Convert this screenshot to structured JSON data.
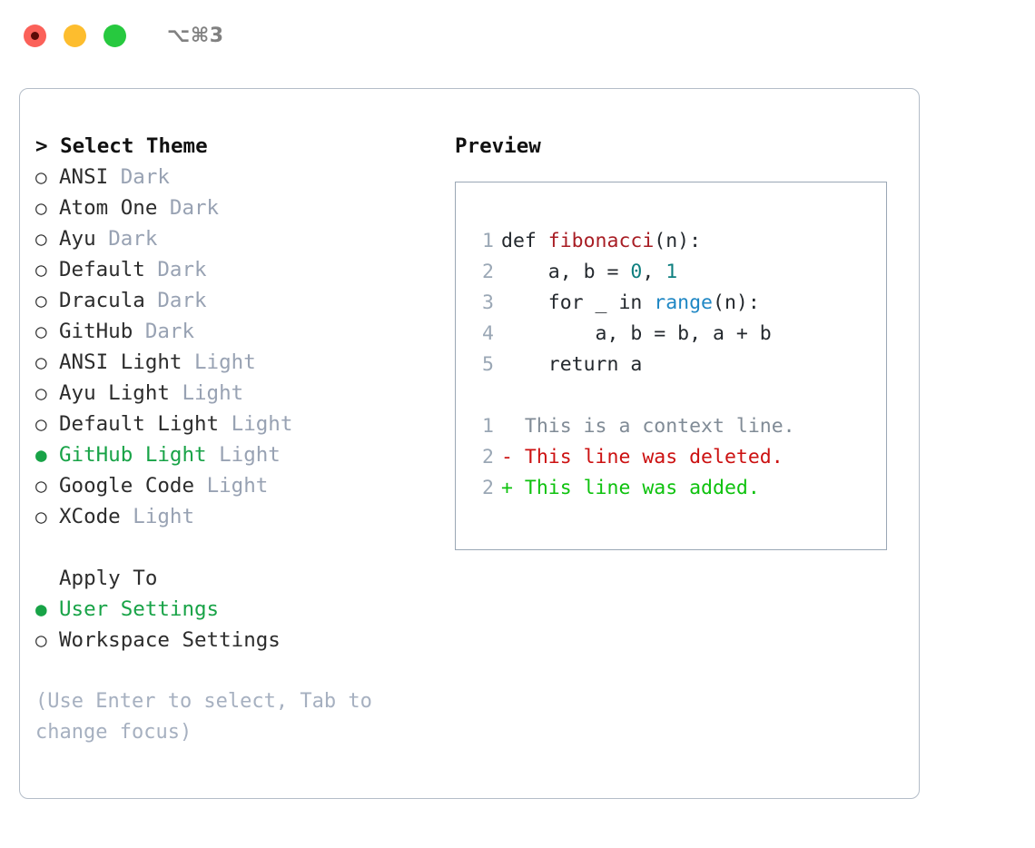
{
  "titlebar": {
    "shortcut": "⌥⌘3",
    "lights": [
      {
        "name": "close",
        "color": "#fb6159"
      },
      {
        "name": "minimize",
        "color": "#fdbd2e"
      },
      {
        "name": "maximize",
        "color": "#27c93f"
      }
    ]
  },
  "theme_picker": {
    "header": "> Select Theme",
    "items": [
      {
        "bullet": "○",
        "name": "ANSI",
        "category": "Dark",
        "selected": false
      },
      {
        "bullet": "○",
        "name": "Atom One",
        "category": "Dark",
        "selected": false
      },
      {
        "bullet": "○",
        "name": "Ayu",
        "category": "Dark",
        "selected": false
      },
      {
        "bullet": "○",
        "name": "Default",
        "category": "Dark",
        "selected": false
      },
      {
        "bullet": "○",
        "name": "Dracula",
        "category": "Dark",
        "selected": false
      },
      {
        "bullet": "○",
        "name": "GitHub",
        "category": "Dark",
        "selected": false
      },
      {
        "bullet": "○",
        "name": "ANSI Light",
        "category": "Light",
        "selected": false
      },
      {
        "bullet": "○",
        "name": "Ayu Light",
        "category": "Light",
        "selected": false
      },
      {
        "bullet": "○",
        "name": "Default Light",
        "category": "Light",
        "selected": false
      },
      {
        "bullet": "●",
        "name": "GitHub Light",
        "category": "Light",
        "selected": true
      },
      {
        "bullet": "○",
        "name": "Google Code",
        "category": "Light",
        "selected": false
      },
      {
        "bullet": "○",
        "name": "XCode",
        "category": "Light",
        "selected": false
      }
    ]
  },
  "apply_to": {
    "header": "Apply To",
    "items": [
      {
        "bullet": "●",
        "name": "User Settings",
        "selected": true
      },
      {
        "bullet": "○",
        "name": "Workspace Settings",
        "selected": false
      }
    ]
  },
  "hint": "(Use Enter to select, Tab to change focus)",
  "preview": {
    "title": "Preview",
    "code_lines": [
      {
        "num": "1",
        "tokens": [
          {
            "text": "def ",
            "type": "plain"
          },
          {
            "text": "fibonacci",
            "type": "func"
          },
          {
            "text": "(n):",
            "type": "plain"
          }
        ]
      },
      {
        "num": "2",
        "tokens": [
          {
            "text": "    a, b = ",
            "type": "plain"
          },
          {
            "text": "0",
            "type": "num"
          },
          {
            "text": ", ",
            "type": "plain"
          },
          {
            "text": "1",
            "type": "num"
          }
        ]
      },
      {
        "num": "3",
        "tokens": [
          {
            "text": "    for _ in ",
            "type": "plain"
          },
          {
            "text": "range",
            "type": "call"
          },
          {
            "text": "(n):",
            "type": "plain"
          }
        ]
      },
      {
        "num": "4",
        "tokens": [
          {
            "text": "        a, b = b, a + b",
            "type": "plain"
          }
        ]
      },
      {
        "num": "5",
        "tokens": [
          {
            "text": "    return a",
            "type": "plain"
          }
        ]
      }
    ],
    "diff_lines": [
      {
        "num": "1",
        "marker": "  ",
        "text": "This is a context line.",
        "kind": "context"
      },
      {
        "num": "2",
        "marker": "- ",
        "text": "This line was deleted.",
        "kind": "deleted"
      },
      {
        "num": "2",
        "marker": "+ ",
        "text": "This line was added.",
        "kind": "added"
      }
    ]
  },
  "colors": {
    "accent_green": "#18a347",
    "muted": "#98a2b3",
    "border": "#b4bdc8",
    "preview_border": "#9aa7b5",
    "diff_add": "#0ec20e",
    "diff_del": "#cc1111",
    "syntax_func": "#a81d24",
    "syntax_num": "#0e7f7f",
    "syntax_call": "#1f87c4"
  }
}
